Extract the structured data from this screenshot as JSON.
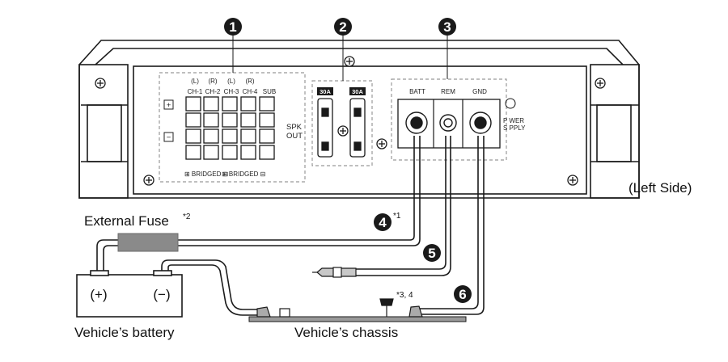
{
  "callouts": {
    "c1": "1",
    "c2": "2",
    "c3": "3",
    "c4": "4",
    "c5": "5",
    "c6": "6"
  },
  "speaker_panel": {
    "channel_sides": [
      "(L)",
      "(R)",
      "(L)",
      "(R)"
    ],
    "channels": [
      "CH-1",
      "CH-2",
      "CH-3",
      "CH-4"
    ],
    "sub": "SUB",
    "plus": "+",
    "minus": "−",
    "spk_out_line1": "SPK",
    "spk_out_line2": "OUT",
    "bridged_1": "⊞ BRIDGED ⊟",
    "bridged_2": "⊞ BRIDGED ⊟"
  },
  "fuse_panel": {
    "fuse_1": "30A",
    "fuse_2": "30A"
  },
  "power_panel": {
    "batt": "BATT",
    "rem": "REM",
    "gnd": "GND",
    "power_supply_line1": "P WER",
    "power_supply_line2": "S PPLY"
  },
  "labels": {
    "left_side": "(Left Side)",
    "external_fuse": "External Fuse",
    "external_fuse_note": "*2",
    "note_4": "*1",
    "note_ground": "*3, 4",
    "battery_plus": "(+)",
    "battery_minus": "(−)",
    "vehicle_battery": "Vehicle’s battery",
    "vehicle_chassis": "Vehicle’s chassis"
  },
  "colors": {
    "line": "#1a1a1a",
    "callout_bg": "#1a1a1a",
    "fuse_body": "#8a8a8a",
    "dashed_box": "#999999"
  }
}
